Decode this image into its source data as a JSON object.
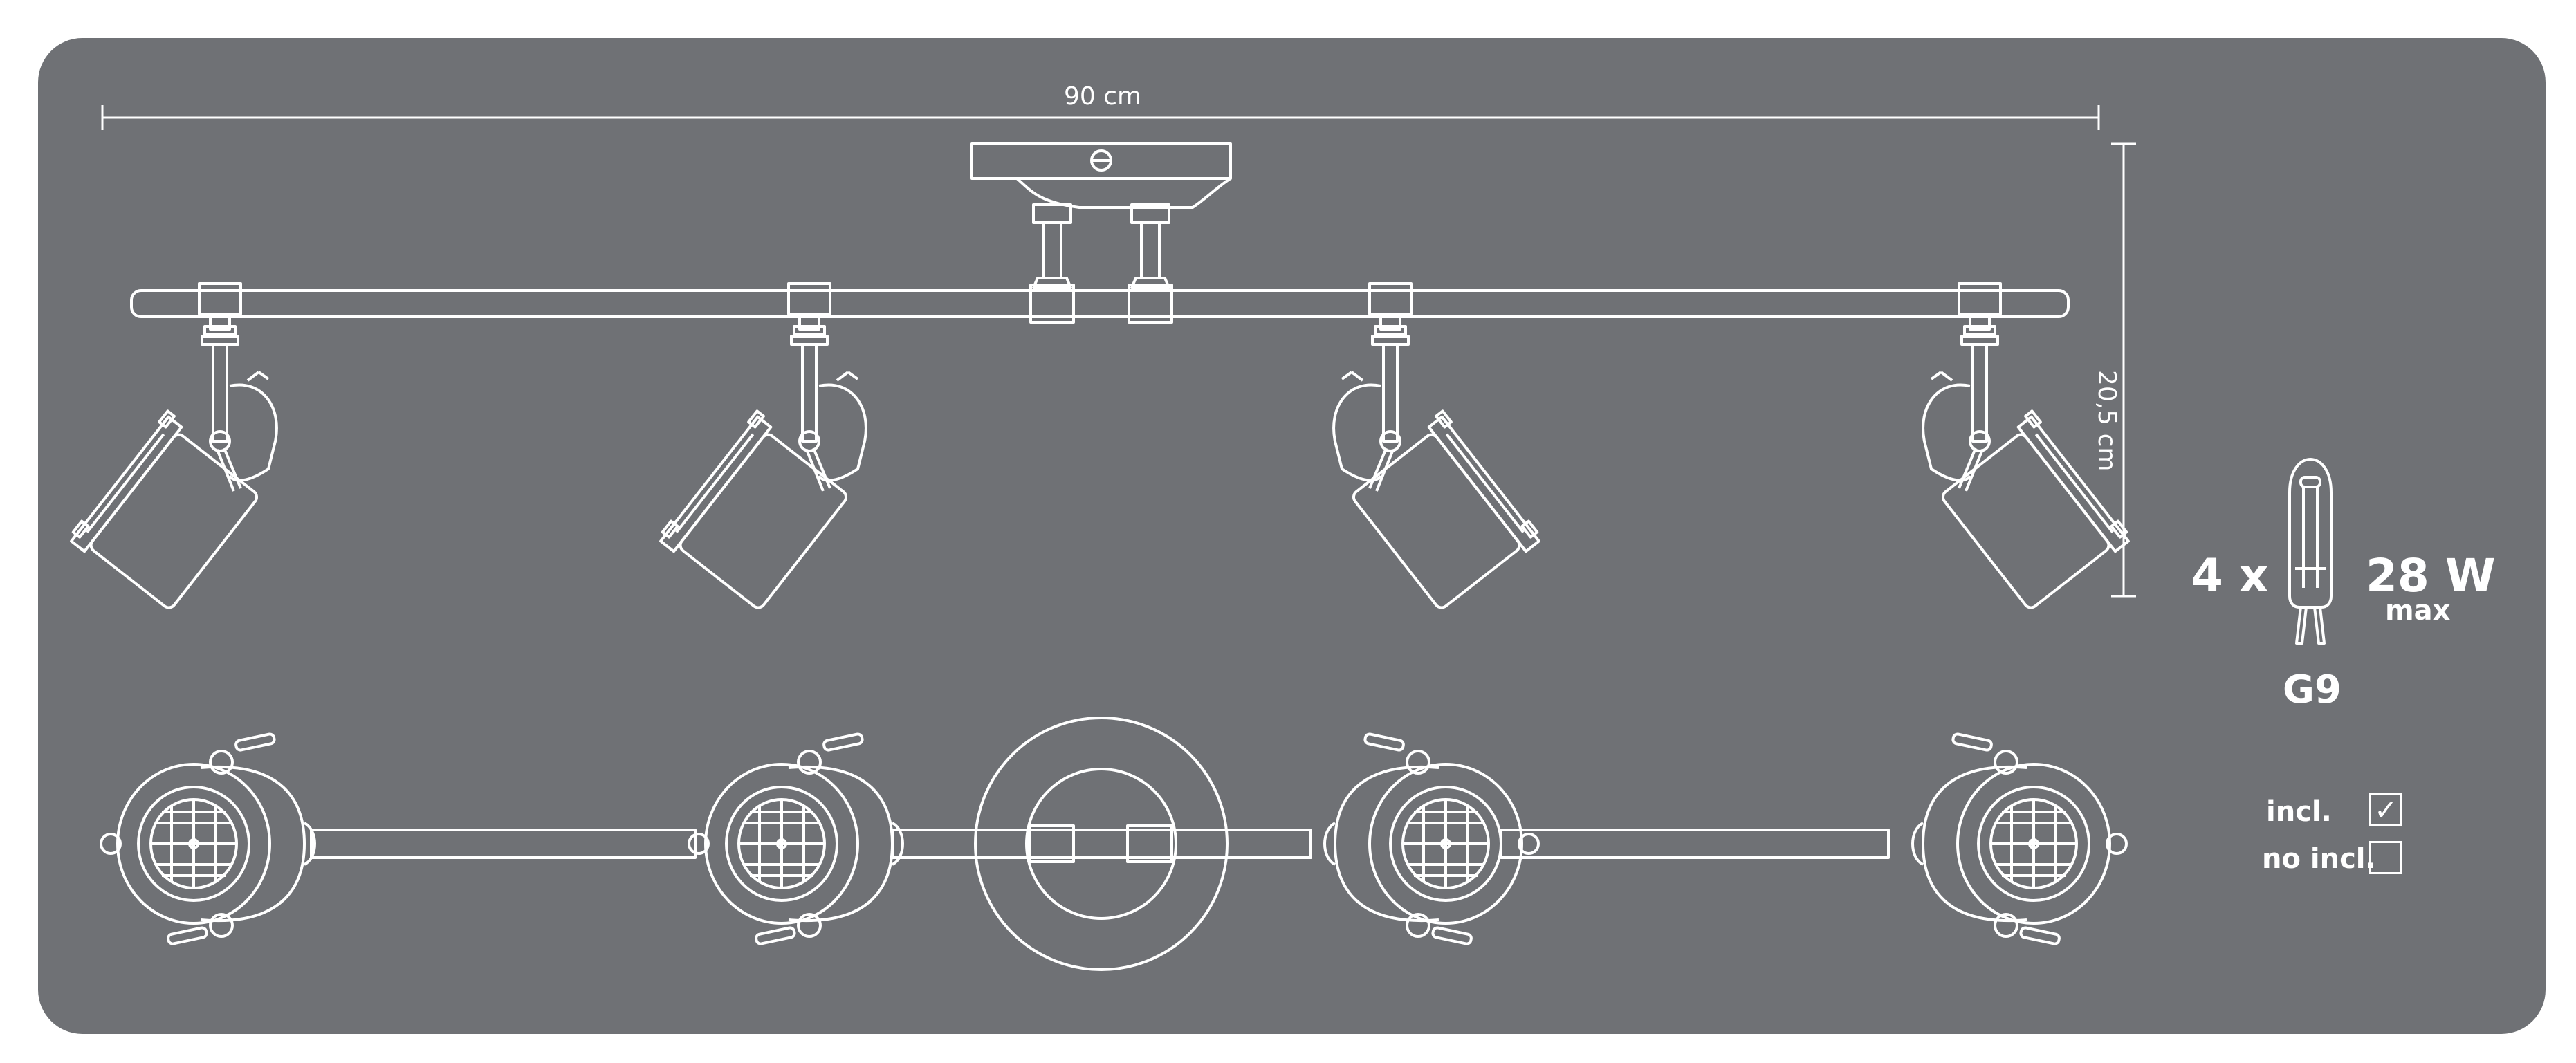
{
  "colors": {
    "panel": "#6f7175",
    "line": "#ffffff",
    "background": "#ffffff"
  },
  "dimensions": {
    "width_label": "90 cm",
    "height_label": "20,5 cm"
  },
  "bulb": {
    "quantity_label": "4 x",
    "wattage_label": "28 W",
    "wattage_qualifier": "max",
    "socket_type": "G9",
    "icon": "g9-halogen-bulb-icon"
  },
  "legend": {
    "included_label": "incl.",
    "included_checked": true,
    "not_included_label": "no incl.",
    "not_included_checked": false
  },
  "fixture": {
    "spot_count": 4,
    "views": [
      "front-view",
      "top-view"
    ]
  }
}
